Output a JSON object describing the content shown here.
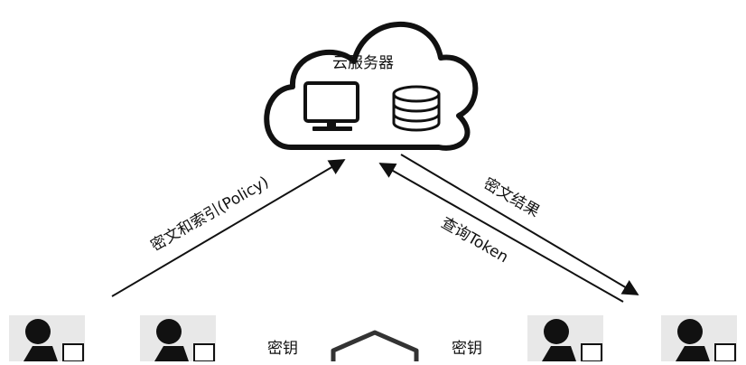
{
  "cloud": {
    "title": "云服务器",
    "monitor_icon": "monitor-icon",
    "database_icon": "database-icon"
  },
  "arrows": {
    "upload_label": "密文和索引(Policy)",
    "result_label": "密文结果",
    "query_label": "查询Token"
  },
  "bottom": {
    "key_left_label": "密钥",
    "key_right_label": "密钥",
    "key_center_icon": "key-center-icon",
    "users": [
      {
        "icon": "user-computer-icon"
      },
      {
        "icon": "user-computer-icon"
      },
      {
        "icon": "user-computer-icon"
      },
      {
        "icon": "user-computer-icon"
      }
    ]
  },
  "colors": {
    "stroke": "#111111",
    "user_bg": "#e8e8e8"
  }
}
